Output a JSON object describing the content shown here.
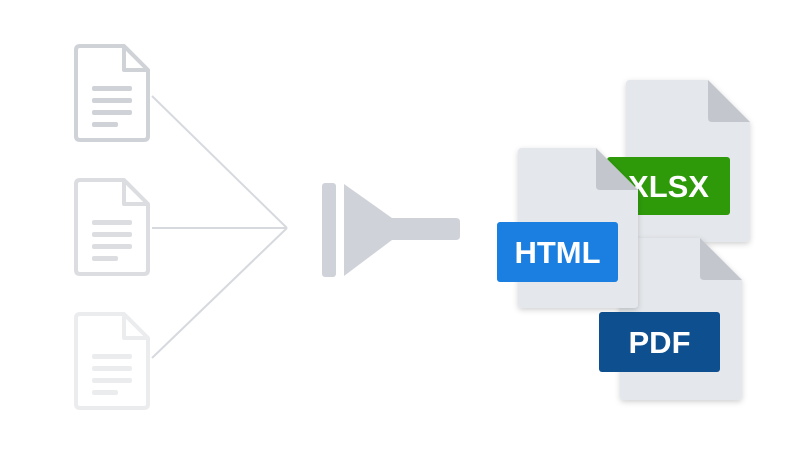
{
  "inputs": {
    "icon": "document-icon",
    "count": 3,
    "color": "#cfd2d7"
  },
  "merge_icon": "funnel-icon",
  "outputs": [
    {
      "label": "XLSX",
      "badge_color": "#2e9a0a",
      "icon": "file-icon"
    },
    {
      "label": "HTML",
      "badge_color": "#1a7fe0",
      "icon": "file-icon"
    },
    {
      "label": "PDF",
      "badge_color": "#0d4f8f",
      "icon": "file-icon"
    }
  ],
  "colors": {
    "connector": "#d6d9de",
    "funnel": "#cfd3d9",
    "file_body": "#e4e7eb",
    "file_fold": "#c3c7cd"
  }
}
